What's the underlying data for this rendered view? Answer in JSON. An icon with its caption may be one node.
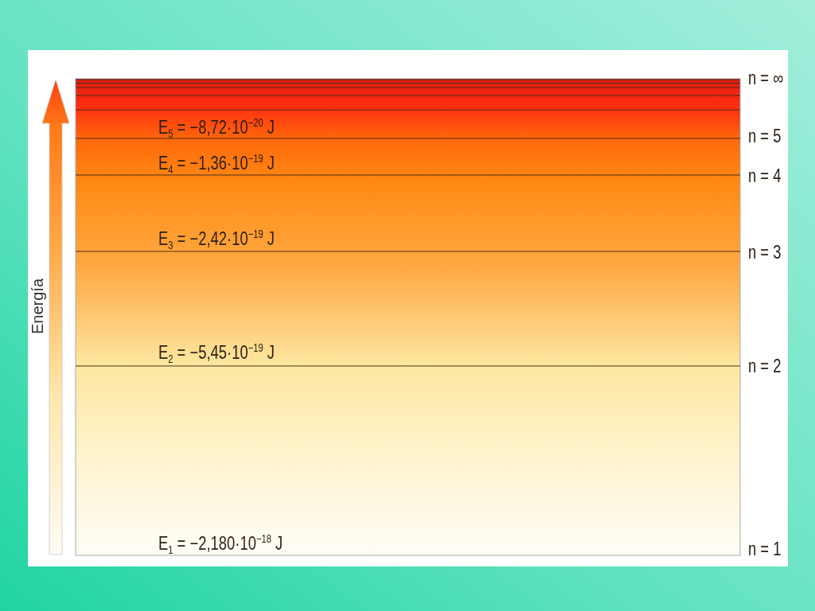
{
  "diagram": {
    "labels": [
      "Energía",
      "n = ∞",
      "E$_{5}$ = −8,72·10$^{−20}$ J",
      "n = 5",
      "E$_{4}$ = −1,36·10$^{−19}$ J",
      "n = 4",
      "E$_{3}$ = −2,42·10$^{−19}$ J",
      "n = 3",
      "E$_{2}$ = −5,45·10$^{−19}$ J",
      "n = 2",
      "E$_{1}$ = −2,180·10$^{−18}$ J",
      "n = 1"
    ]
  }
}
